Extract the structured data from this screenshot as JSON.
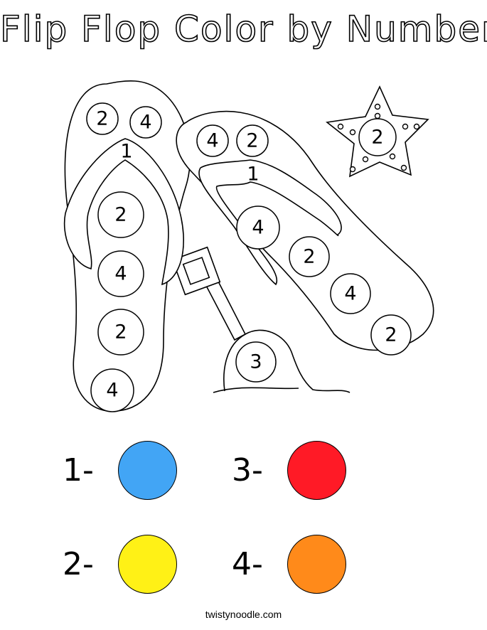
{
  "title": "Flip Flop Color by Number",
  "picture_numbers": {
    "left_toe_a": "2",
    "left_toe_b": "4",
    "left_strap": "1",
    "left_sole_1": "2",
    "left_sole_2": "4",
    "left_sole_3": "2",
    "left_sole_4": "4",
    "right_toe_a": "4",
    "right_toe_b": "2",
    "right_strap": "1",
    "right_sole_1": "4",
    "right_sole_2": "2",
    "right_sole_3": "4",
    "right_sole_4": "2",
    "sand": "3",
    "starfish": "2"
  },
  "legend": [
    {
      "label": "1-",
      "color": "#42a5f5",
      "color_name": "blue"
    },
    {
      "label": "2-",
      "color": "#fff116",
      "color_name": "yellow"
    },
    {
      "label": "3-",
      "color": "#ff1a26",
      "color_name": "red"
    },
    {
      "label": "4-",
      "color": "#ff8a1a",
      "color_name": "orange"
    }
  ],
  "footer": "twistynoodle.com"
}
